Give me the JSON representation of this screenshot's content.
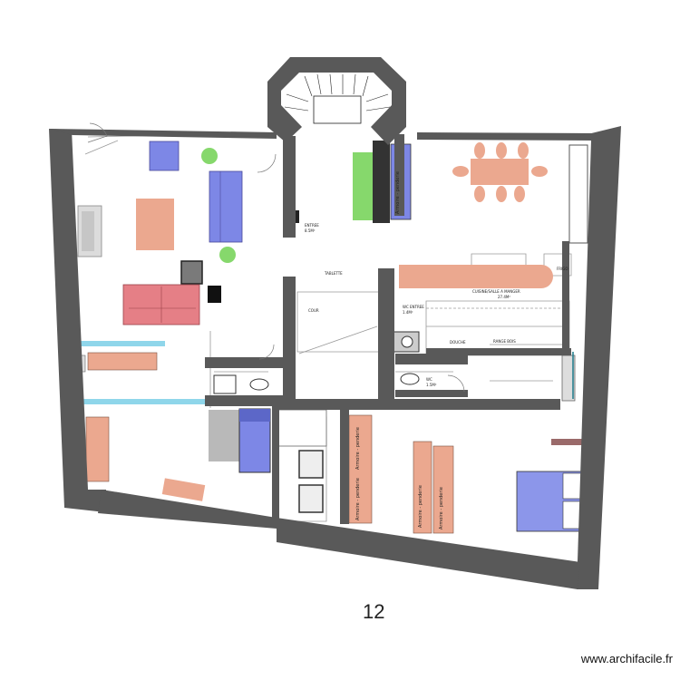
{
  "plan": {
    "page_number": "12",
    "watermark": "www.archifacile.fr",
    "labels": {
      "entree": "ENTREE",
      "entree_area": "8.5M²",
      "tablette": "TABLETTE",
      "cour": "COUR",
      "cuisine": "CUISINE/SALLE A MANGER",
      "cuisine_area": "27.4M²",
      "wc_entree": "WC ENTREE",
      "wc_entree_area": "1.4M²",
      "wc": "WC",
      "wc_area": "1.5M²",
      "douche": "DOUCHE",
      "range_bois": "RANGE BOIS",
      "frigo": "FRIGO",
      "armoire_1": "Armoire - penderie",
      "armoire_2": "Armoire - penderie",
      "armoire_3": "Armoire - penderie",
      "armoire_4": "Armoire - penderie",
      "armoire_5": "Armoire - penderie"
    },
    "colors": {
      "wall": "#595959",
      "sofa_blue": "#7d87e6",
      "salmon": "#eba88f",
      "pink_sofa": "#e57f86",
      "green": "#86d86c",
      "cyan": "#8fd6ea",
      "gray": "#b9b9b9",
      "bed_blue": "#8c96ea"
    }
  }
}
